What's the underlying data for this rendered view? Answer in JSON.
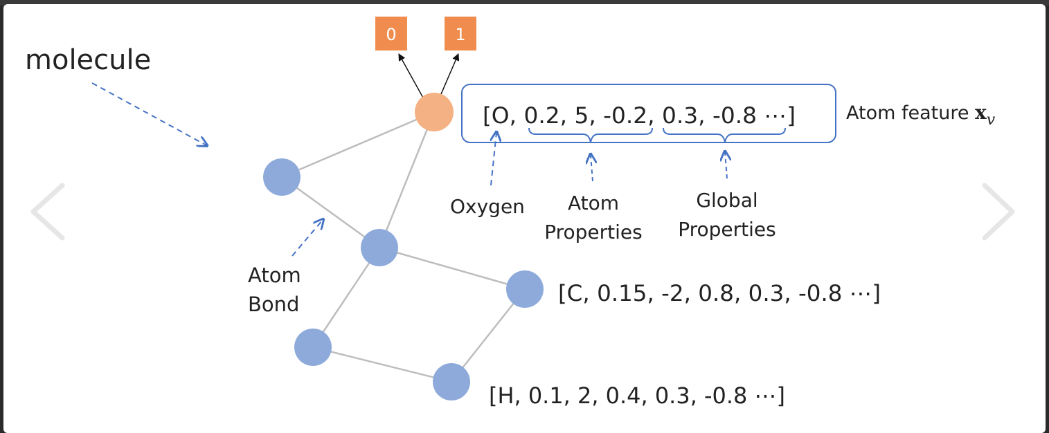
{
  "slide": {
    "title": "molecule",
    "label_atom": "Atom",
    "label_bond": "Bond",
    "output_0": "0",
    "output_1": "1",
    "feature_o": "[O, 0.2, 5, -0.2, 0.3, -0.8 ⋯]",
    "feature_label": "Atom feature ",
    "feature_symbol": "x",
    "feature_subscript": "v",
    "brace_oxygen": "Oxygen",
    "brace_atom_line1": "Atom",
    "brace_atom_line2": "Properties",
    "brace_global_line1": "Global",
    "brace_global_line2": "Properties",
    "feature_c": "[C, 0.15, -2, 0.8, 0.3, -0.8 ⋯]",
    "feature_h": "[H, 0.1, 2, 0.4, 0.3, -0.8 ⋯]"
  },
  "nav": {
    "prev_icon": "chevron-left-icon",
    "next_icon": "chevron-right-icon"
  },
  "colors": {
    "oxygen_node": "#f4b183",
    "atom_node": "#8eaadb",
    "output_box": "#f08c4e",
    "bond": "#bdbdbd",
    "blue_annot": "#4472c4"
  }
}
